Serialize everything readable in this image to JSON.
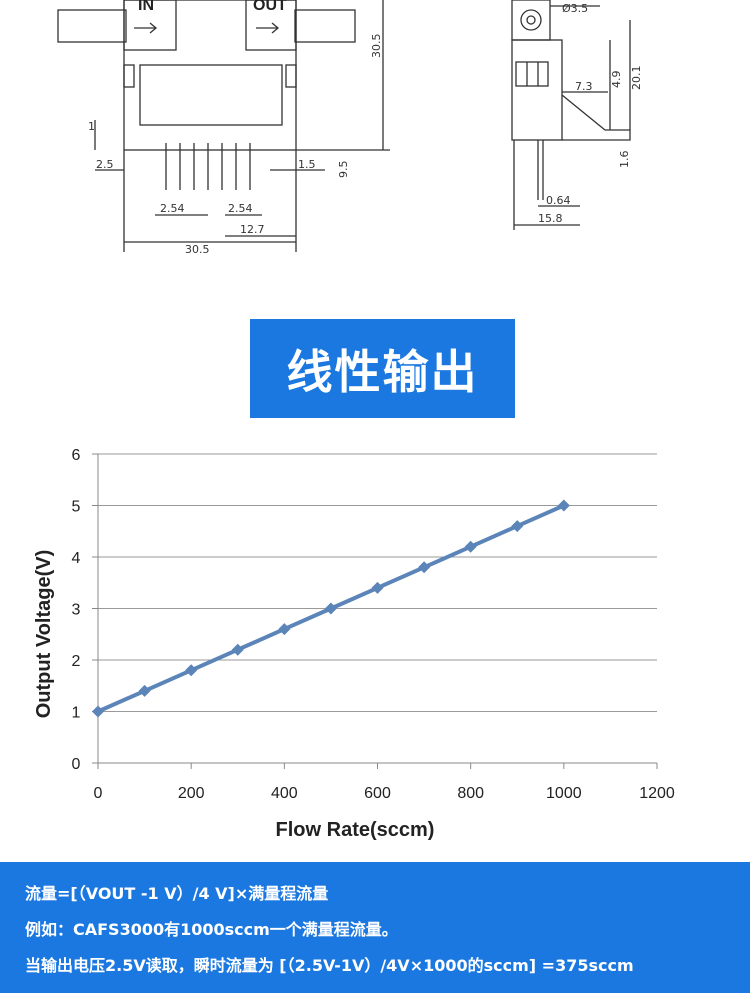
{
  "drawing": {
    "in_label": "IN",
    "out_label": "OUT",
    "dims": [
      "30.5",
      "1",
      "2.5",
      "1.5",
      "9.5",
      "2.54",
      "2.54",
      "12.7",
      "30.5",
      "Ø3.5",
      "7.3",
      "4.9",
      "20.1",
      "1.6",
      "0.64",
      "15.8"
    ]
  },
  "banner": {
    "title": "线性输出"
  },
  "chart_data": {
    "type": "line",
    "title": "",
    "xlabel": "Flow Rate(sccm)",
    "ylabel": "Output Voltage(V)",
    "xlim": [
      0,
      1200
    ],
    "ylim": [
      0,
      6
    ],
    "xticks": [
      0,
      200,
      400,
      600,
      800,
      1000,
      1200
    ],
    "yticks": [
      0,
      1,
      2,
      3,
      4,
      5,
      6
    ],
    "grid": "horizontal",
    "legend": "none",
    "color": "#5b84b8",
    "series": [
      {
        "x": [
          0,
          100,
          200,
          300,
          400,
          500,
          600,
          700,
          800,
          900,
          1000
        ],
        "values": [
          1.0,
          1.4,
          1.8,
          2.2,
          2.6,
          3.0,
          3.4,
          3.8,
          4.2,
          4.6,
          5.0
        ]
      }
    ]
  },
  "footer": {
    "line1": "流量=[（VOUT -1 V）/4 V]×满量程流量",
    "line2": "例如：CAFS3000有1000sccm一个满量程流量。",
    "line3": "当输出电压2.5V读取，瞬时流量为 [（2.5V-1V）/4V×1000的sccm] =375sccm"
  }
}
